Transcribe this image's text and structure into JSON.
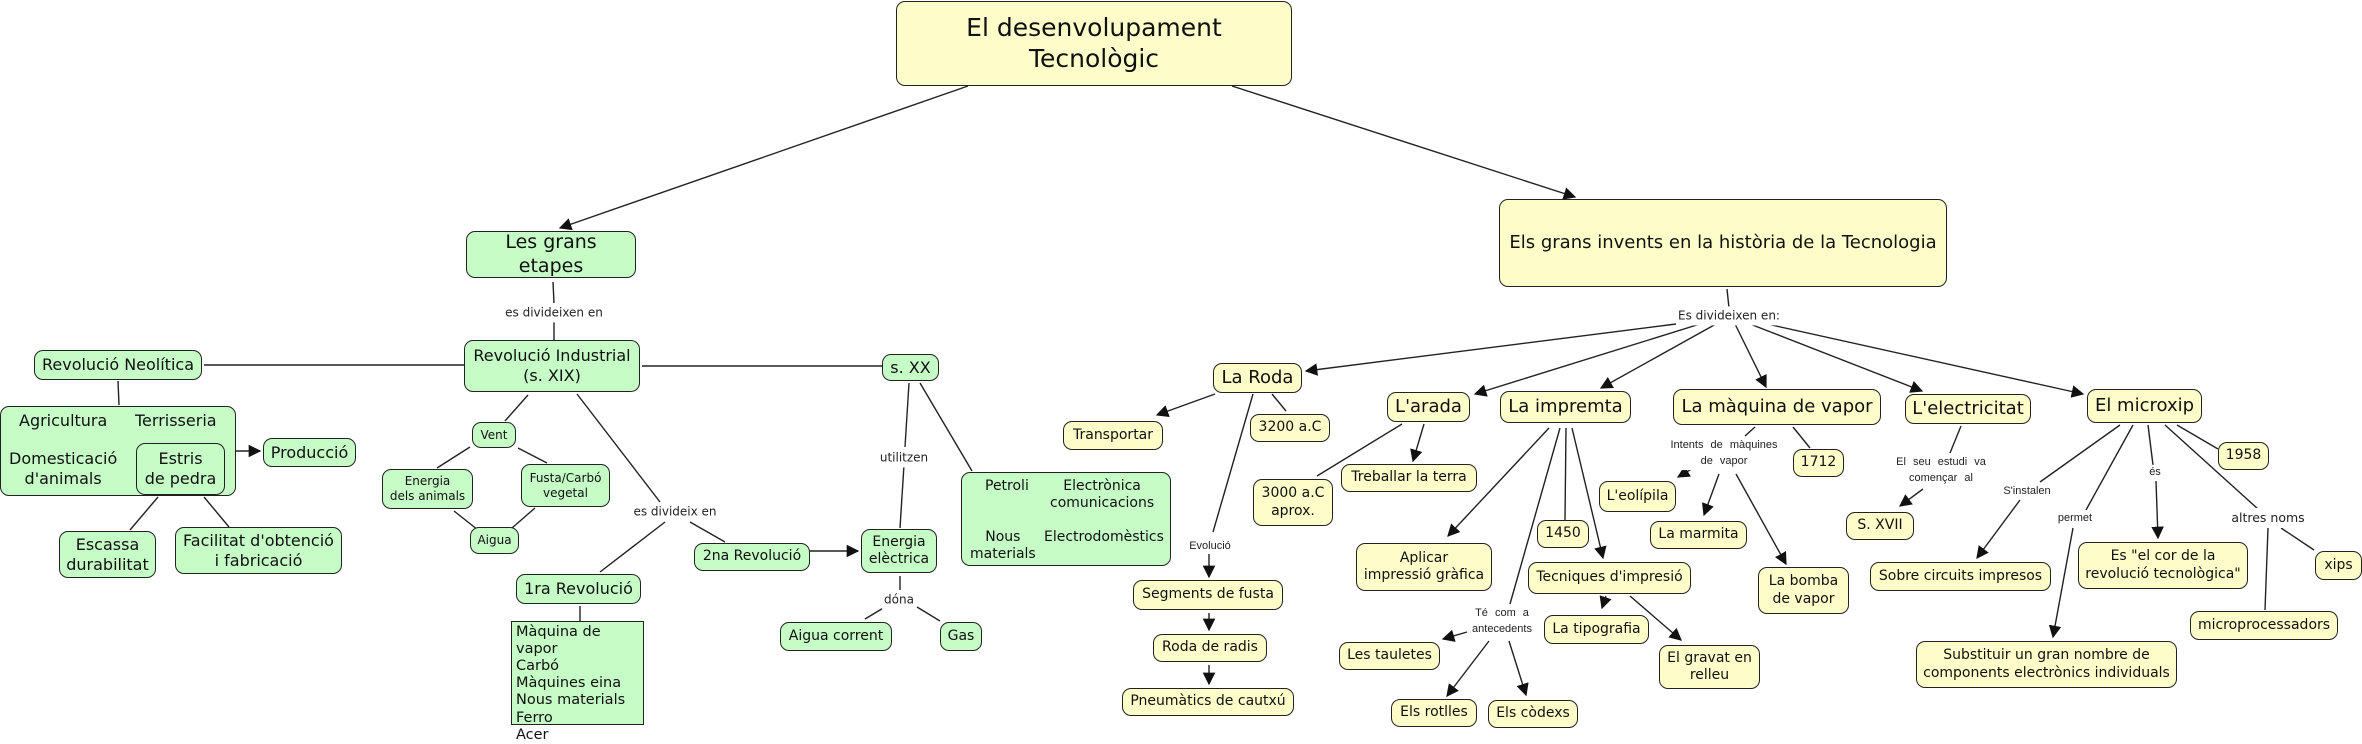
{
  "title": "El desenvolupament Tecnològic",
  "colors": {
    "stage_fill": "#c6fcc6",
    "invent_fill": "#fdfdc9",
    "border": "#222222",
    "line": "#222222"
  },
  "left": {
    "root": "Les grans etapes",
    "link_divide": "es divideixen en",
    "industrial": "Revolució Industrial\n(s. XIX)",
    "neolitica": "Revolució Neolítica",
    "neolitica_group": {
      "agricultura": "Agricultura",
      "terrisseria": "Terrisseria",
      "domesticacio": "Domesticació\nd'animals",
      "estris": "Estris\nde pedra"
    },
    "produccio": "Producció",
    "escassa": "Escassa\ndurabilitat",
    "facilitat": "Facilitat d'obtenció\ni fabricació",
    "vent": "Vent",
    "energia_animals": "Energia\ndels animals",
    "fusta": "Fusta/Carbó\nvegetal",
    "aigua": "Aigua",
    "link_divideix": "es divideix en",
    "rev1": "1ra Revolució",
    "rev1_list": "Màquina de vapor\nCarbó\nMàquines eina\nNous materials\nFerro\nAcer",
    "rev2": "2na Revolució",
    "sxx": "s. XX",
    "link_utilitzen": "utilitzen",
    "energia_electrica": "Energia\nelèctrica",
    "link_dona": "dóna",
    "aigua_corrent": "Aigua corrent",
    "gas": "Gas",
    "sxx_group": {
      "petroli": "Petroli",
      "electronica": "Electrònica\ncomunicacions",
      "nous": "Nous\nmaterials",
      "electrodomestics": "Electrodomèstics"
    }
  },
  "right": {
    "root": "Els grans invents en la història de la Tecnologia",
    "link_divide": "Es divideixen en:",
    "roda": {
      "title": "La Roda",
      "use": "Transportar",
      "date": "3200 a.C",
      "link": "Evolució",
      "steps": [
        "Segments de fusta",
        "Roda de radis",
        "Pneumàtics de cautxú"
      ]
    },
    "arada": {
      "title": "L'arada",
      "date": "3000 a.C\naprox.",
      "use": "Treballar la terra"
    },
    "impremta": {
      "title": "La impremta",
      "use": "Aplicar\nimpressió gràfica",
      "date": "1450",
      "tech": "Tecniques d'impresió",
      "tech_items": [
        "La tipografia",
        "El gravat en\nrelleu"
      ],
      "link_ante": "Té com a\nantecedents",
      "antecedents": [
        "Les tauletes",
        "Els rotlles",
        "Els còdexs"
      ]
    },
    "vapor": {
      "title": "La màquina de vapor",
      "link": "Intents de màquines\nde vapor",
      "date": "1712",
      "items": [
        "L'eolípila",
        "La marmita",
        "La bomba\nde vapor"
      ]
    },
    "electricitat": {
      "title": "L'electricitat",
      "link": "El seu estudi va\ncomençar al",
      "century": "S. XVII"
    },
    "microxip": {
      "title": "El microxip",
      "date": "1958",
      "link_install": "S'instalen",
      "install": "Sobre circuits impresos",
      "link_permet": "permet",
      "permet": "Substituir un gran nombre de\ncomponents electrònics individuals",
      "link_es": "és",
      "es": "Es \"el cor de la\nrevolució tecnològica\"",
      "link_noms": "altres noms",
      "noms": [
        "microprocessadors",
        "xips"
      ]
    }
  }
}
